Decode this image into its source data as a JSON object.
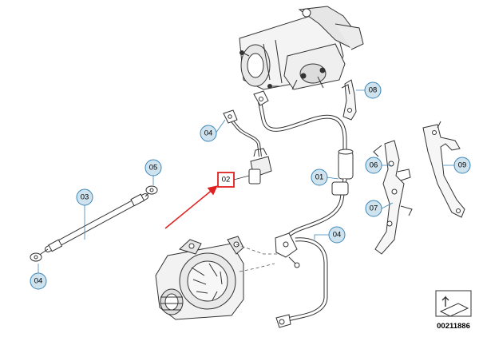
{
  "callouts": {
    "c01": "01",
    "c02": "02",
    "c03": "03",
    "c04a": "04",
    "c04b": "04",
    "c04c": "04",
    "c05": "05",
    "c06": "06",
    "c07": "07",
    "c08": "08",
    "c09": "09"
  },
  "document_number": "00211886",
  "colors": {
    "callout_fill": "#cfe3ef",
    "callout_stroke": "#3b86b8",
    "leader": "#3b86b8",
    "highlight": "#e02020",
    "part_line": "#333333"
  },
  "icons": {
    "footer": "exploded-view-symbol"
  }
}
